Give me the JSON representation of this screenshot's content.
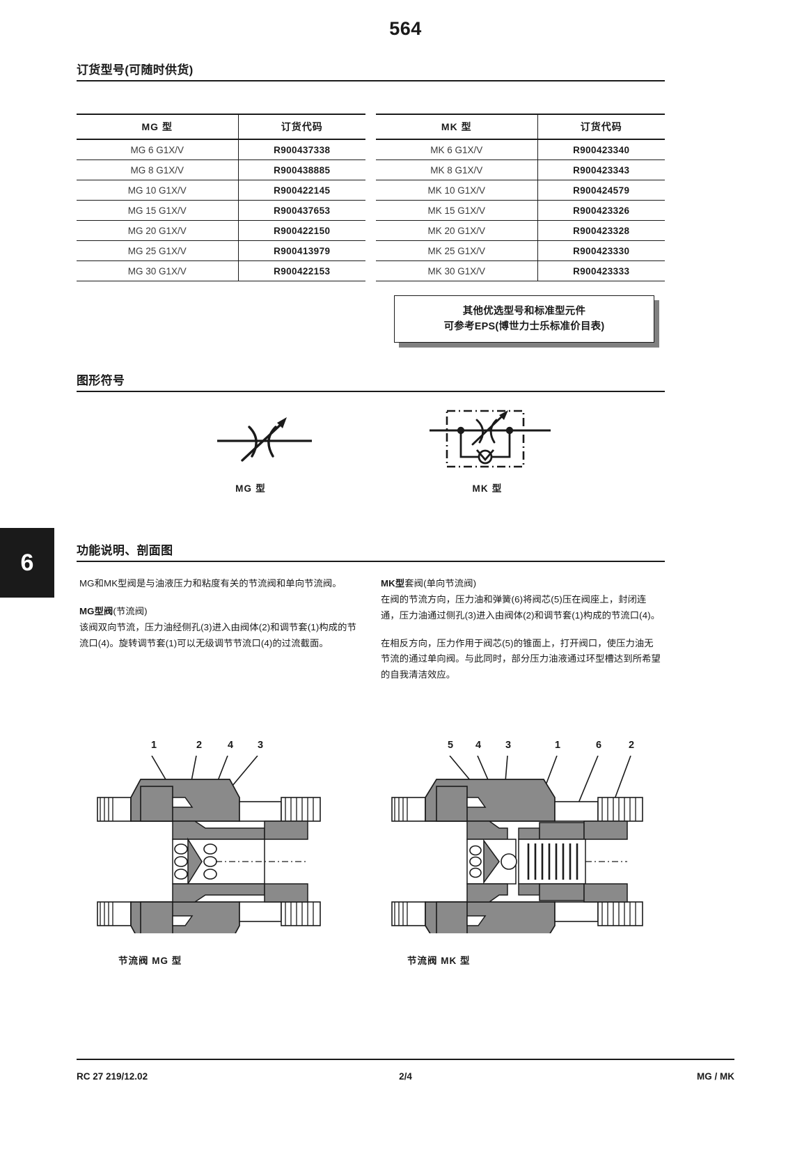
{
  "page": {
    "number": "564"
  },
  "sections": {
    "ordering": {
      "title": "订货型号(可随时供货)"
    },
    "symbols": {
      "title": "图形符号"
    },
    "function": {
      "title": "功能说明、剖面图"
    }
  },
  "order_tables": [
    {
      "id": "mg",
      "headers": [
        "MG 型",
        "订货代码"
      ],
      "rows": [
        [
          "MG 6 G1X/V",
          "R900437338"
        ],
        [
          "MG 8 G1X/V",
          "R900438885"
        ],
        [
          "MG 10 G1X/V",
          "R900422145"
        ],
        [
          "MG 15 G1X/V",
          "R900437653"
        ],
        [
          "MG 20 G1X/V",
          "R900422150"
        ],
        [
          "MG 25 G1X/V",
          "R900413979"
        ],
        [
          "MG 30 G1X/V",
          "R900422153"
        ]
      ]
    },
    {
      "id": "mk",
      "headers": [
        "MK 型",
        "订货代码"
      ],
      "rows": [
        [
          "MK 6 G1X/V",
          "R900423340"
        ],
        [
          "MK 8 G1X/V",
          "R900423343"
        ],
        [
          "MK 10 G1X/V",
          "R900424579"
        ],
        [
          "MK 15 G1X/V",
          "R900423326"
        ],
        [
          "MK 20 G1X/V",
          "R900423328"
        ],
        [
          "MK 25 G1X/V",
          "R900423330"
        ],
        [
          "MK 30 G1X/V",
          "R900423333"
        ]
      ]
    }
  ],
  "note_box": {
    "line1": "其他优选型号和标准型元件",
    "line2": "可参考EPS(博世力士乐标准价目表)"
  },
  "symbols": {
    "mg_caption": "MG 型",
    "mk_caption": "MK 型"
  },
  "chapter_tab": {
    "number": "6"
  },
  "function_text": {
    "intro": "MG和MK型阀是与油液压力和粘度有关的节流阀和单向节流阀。",
    "left_sub": "MG型阀",
    "left_sub_paren": "(节流阀)",
    "left_body": "该阀双向节流，压力油经侧孔(3)进入由阀体(2)和调节套(1)构成的节流口(4)。旋转调节套(1)可以无级调节节流口(4)的过流截面。",
    "right_sub": "MK型",
    "right_sub_paren": "套阀(单向节流阀)",
    "right_body1": "在阀的节流方向，压力油和弹簧(6)将阀芯(5)压在阀座上，封闭连通，压力油通过侧孔(3)进入由阀体(2)和调节套(1)构成的节流口(4)。",
    "right_body2": "在相反方向，压力作用于阀芯(5)的锥面上，打开阀口，使压力油无节流的通过单向阀。与此同时，部分压力油液通过环型槽达到所希望的自我清洁效应。"
  },
  "cross_sections": {
    "mg": {
      "callouts": [
        "1",
        "2",
        "4",
        "3"
      ],
      "caption": "节流阀 MG 型"
    },
    "mk": {
      "callouts": [
        "5",
        "4",
        "3",
        "1",
        "6",
        "2"
      ],
      "caption": "节流阀 MK 型"
    }
  },
  "footer": {
    "left": "RC 27 219/12.02",
    "center": "2/4",
    "right": "MG / MK"
  },
  "colors": {
    "ink": "#1a1a1a",
    "shadow": "#808080",
    "metal_fill": "#8a8a8a",
    "metal_light": "#ffffff"
  }
}
